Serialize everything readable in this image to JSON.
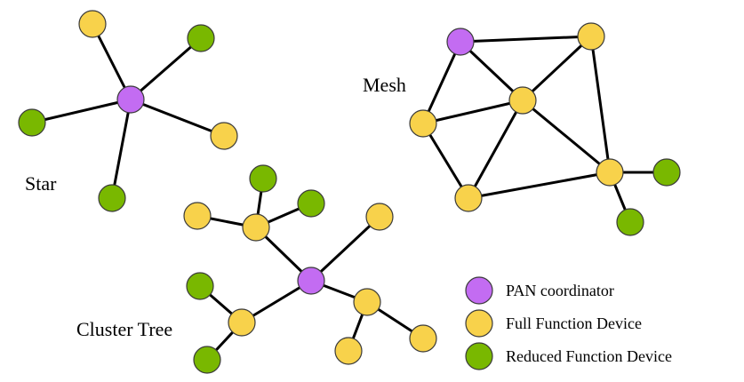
{
  "labels": {
    "star": "Star",
    "mesh": "Mesh",
    "cluster_tree": "Cluster Tree"
  },
  "legend": [
    {
      "label": "PAN coordinator",
      "role": "pan"
    },
    {
      "label": "Full Function Device",
      "role": "ffd"
    },
    {
      "label": "Reduced Function Device",
      "role": "rfd"
    }
  ],
  "colors": {
    "pan": "#c36cf2",
    "ffd": "#f8d24b",
    "rfd": "#79b800",
    "edge": "#000000"
  },
  "topologies": [
    {
      "name": "star",
      "nodes": [
        {
          "id": "s0",
          "role": "pan"
        },
        {
          "id": "s1",
          "role": "ffd"
        },
        {
          "id": "s2",
          "role": "rfd"
        },
        {
          "id": "s3",
          "role": "rfd"
        },
        {
          "id": "s4",
          "role": "ffd"
        },
        {
          "id": "s5",
          "role": "rfd"
        }
      ],
      "edges": [
        [
          "s0",
          "s1"
        ],
        [
          "s0",
          "s2"
        ],
        [
          "s0",
          "s3"
        ],
        [
          "s0",
          "s4"
        ],
        [
          "s0",
          "s5"
        ]
      ]
    },
    {
      "name": "mesh",
      "nodes": [
        {
          "id": "m0",
          "role": "pan"
        },
        {
          "id": "m1",
          "role": "ffd"
        },
        {
          "id": "m2",
          "role": "ffd"
        },
        {
          "id": "m3",
          "role": "ffd"
        },
        {
          "id": "m4",
          "role": "ffd"
        },
        {
          "id": "m5",
          "role": "ffd"
        },
        {
          "id": "m6",
          "role": "rfd"
        },
        {
          "id": "m7",
          "role": "rfd"
        }
      ],
      "edges": [
        [
          "m0",
          "m1"
        ],
        [
          "m0",
          "m2"
        ],
        [
          "m0",
          "m3"
        ],
        [
          "m1",
          "m2"
        ],
        [
          "m1",
          "m5"
        ],
        [
          "m2",
          "m3"
        ],
        [
          "m2",
          "m4"
        ],
        [
          "m2",
          "m5"
        ],
        [
          "m3",
          "m4"
        ],
        [
          "m4",
          "m5"
        ],
        [
          "m5",
          "m6"
        ],
        [
          "m5",
          "m7"
        ]
      ]
    },
    {
      "name": "cluster-tree",
      "nodes": [
        {
          "id": "c0",
          "role": "pan"
        },
        {
          "id": "c1",
          "role": "ffd"
        },
        {
          "id": "c2",
          "role": "ffd"
        },
        {
          "id": "c3",
          "role": "rfd"
        },
        {
          "id": "c4",
          "role": "rfd"
        },
        {
          "id": "c5",
          "role": "ffd"
        },
        {
          "id": "c6",
          "role": "ffd"
        },
        {
          "id": "c7",
          "role": "rfd"
        },
        {
          "id": "c8",
          "role": "rfd"
        },
        {
          "id": "c9",
          "role": "ffd"
        },
        {
          "id": "c10",
          "role": "ffd"
        },
        {
          "id": "c11",
          "role": "ffd"
        },
        {
          "id": "c12",
          "role": "ffd"
        }
      ],
      "edges": [
        [
          "c0",
          "c1"
        ],
        [
          "c0",
          "c2"
        ],
        [
          "c0",
          "c5"
        ],
        [
          "c0",
          "c6"
        ],
        [
          "c1",
          "c3"
        ],
        [
          "c1",
          "c4"
        ],
        [
          "c1",
          "c12"
        ],
        [
          "c5",
          "c7"
        ],
        [
          "c5",
          "c8"
        ],
        [
          "c6",
          "c9"
        ],
        [
          "c6",
          "c10"
        ],
        [
          "c6",
          "c11"
        ]
      ]
    }
  ]
}
